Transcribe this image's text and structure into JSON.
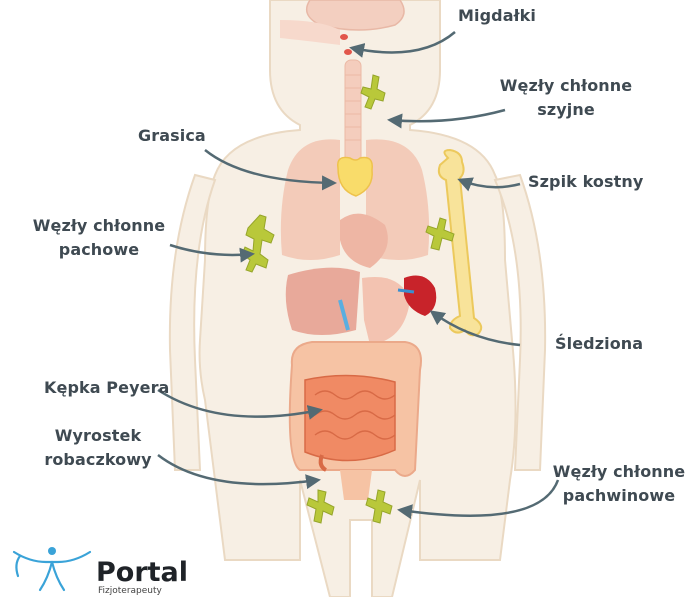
{
  "labels": {
    "migdalki": "Migdałki",
    "wezly_szyjne_1": "Węzły chłonne",
    "wezly_szyjne_2": "szyjne",
    "grasica": "Grasica",
    "szpik": "Szpik kostny",
    "wezly_pachowe_1": "Węzły chłonne",
    "wezly_pachowe_2": "pachowe",
    "sledziona": "Śledziona",
    "kepka": "Kępka Peyera",
    "wyrostek_1": "Wyrostek",
    "wyrostek_2": "robaczkowy",
    "wezly_pachwinowe_1": "Węzły chłonne",
    "wezly_pachwinowe_2": "pachwinowe"
  },
  "logo": {
    "title": "Portal",
    "subtitle": "Fizjoterapeuty"
  },
  "colors": {
    "body": "#f7efe4",
    "body_outline": "#ead9c3",
    "lymph_node": "#b9c83a",
    "arrow": "#546a73",
    "spleen": "#c8232a",
    "bone": "#f8e39a",
    "thymus": "#f9dc6a",
    "intestine": "#f08a64",
    "organ": "#f2c7b4"
  }
}
